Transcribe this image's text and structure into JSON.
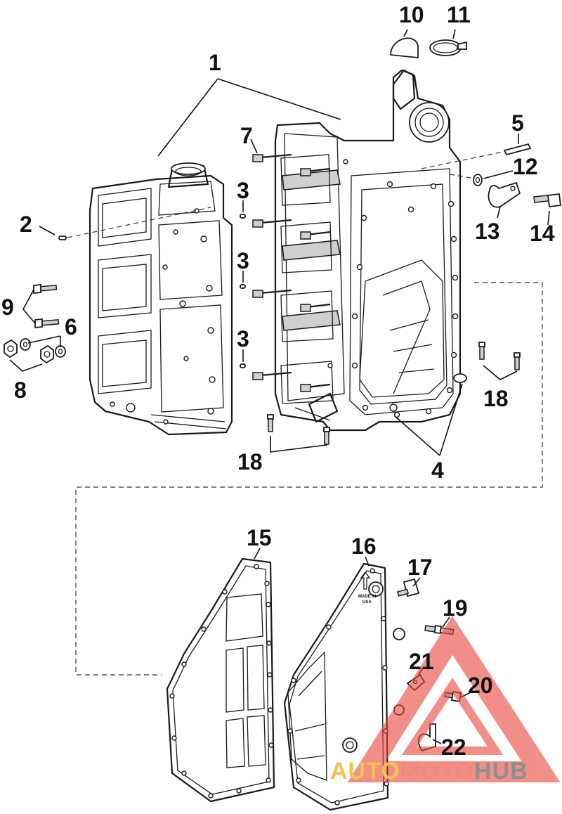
{
  "callouts": [
    {
      "id": "1",
      "text": "1"
    },
    {
      "id": "2",
      "text": "2"
    },
    {
      "id": "3a",
      "text": "3"
    },
    {
      "id": "3b",
      "text": "3"
    },
    {
      "id": "3c",
      "text": "3"
    },
    {
      "id": "4",
      "text": "4"
    },
    {
      "id": "5",
      "text": "5"
    },
    {
      "id": "6",
      "text": "6"
    },
    {
      "id": "7",
      "text": "7"
    },
    {
      "id": "8",
      "text": "8"
    },
    {
      "id": "9",
      "text": "9"
    },
    {
      "id": "10",
      "text": "10"
    },
    {
      "id": "11",
      "text": "11"
    },
    {
      "id": "12",
      "text": "12"
    },
    {
      "id": "13",
      "text": "13"
    },
    {
      "id": "14",
      "text": "14"
    },
    {
      "id": "15",
      "text": "15"
    },
    {
      "id": "16",
      "text": "16"
    },
    {
      "id": "17",
      "text": "17"
    },
    {
      "id": "18a",
      "text": "18"
    },
    {
      "id": "18b",
      "text": "18"
    },
    {
      "id": "19",
      "text": "19"
    },
    {
      "id": "20",
      "text": "20"
    },
    {
      "id": "21",
      "text": "21"
    },
    {
      "id": "22",
      "text": "22"
    }
  ],
  "cover_marking": {
    "line1": "MADE IN",
    "line2": "USA"
  },
  "watermark": {
    "part1": "AUTO",
    "part2": "MOTO",
    "part3": "HUB",
    "colors": {
      "auto": "#f2c14e",
      "moto": "#f08b7a",
      "hub": "#9a9a9a",
      "triangle": "#e8443a"
    }
  }
}
